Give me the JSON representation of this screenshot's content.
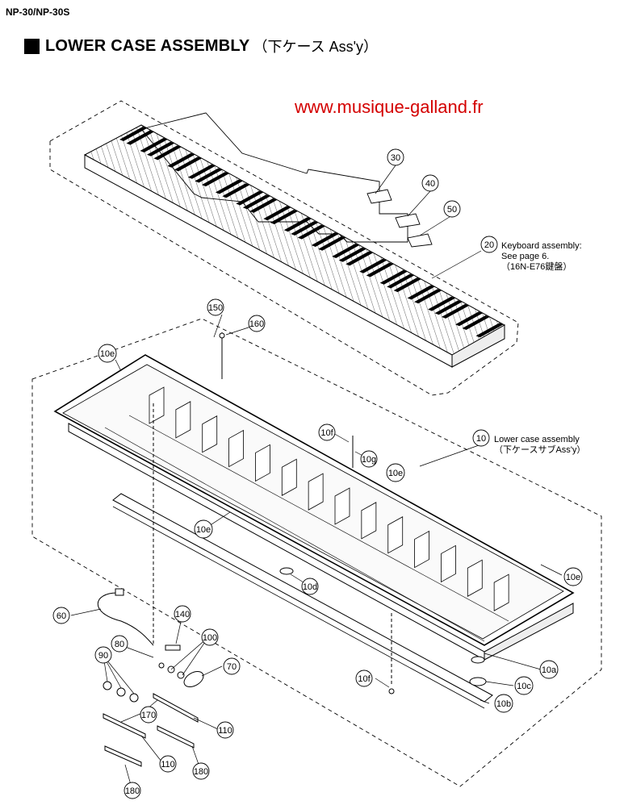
{
  "model": "NP-30/NP-30S",
  "heading": {
    "title": "LOWER CASE ASSEMBLY",
    "title_jp": "（下ケース Ass'y）"
  },
  "watermark": "www.musique-galland.fr",
  "notes": {
    "keyboard_line1": "Keyboard assembly:",
    "keyboard_line2": "See page 6.",
    "keyboard_line3": "（16N-E76鍵盤）",
    "lower_case_line1": "Lower case assembly",
    "lower_case_line2": "（下ケースサブAss'y）"
  },
  "callouts": [
    "30",
    "40",
    "50",
    "20",
    "150",
    "160",
    "10e",
    "10f",
    "10",
    "10g",
    "10e",
    "10e",
    "10d",
    "10e",
    "60",
    "140",
    "80",
    "100",
    "90",
    "70",
    "10f",
    "10c",
    "10a",
    "170",
    "10b",
    "110",
    "110",
    "180",
    "180"
  ],
  "colors": {
    "watermark": "#d40000",
    "line": "#000000"
  }
}
